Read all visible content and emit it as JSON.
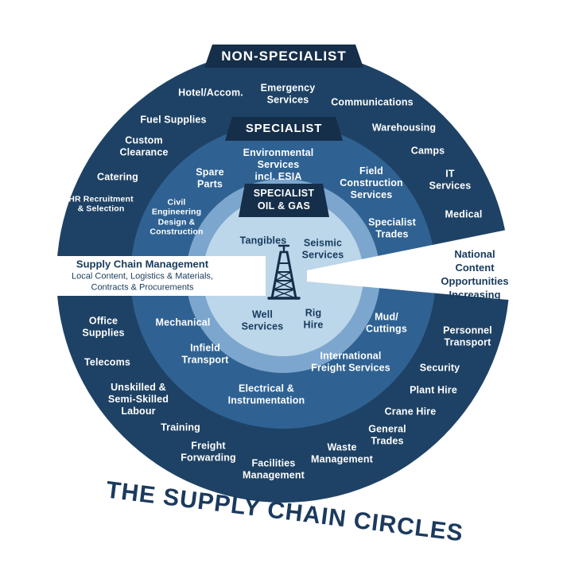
{
  "title": "THE SUPPLY CHAIN CIRCLES",
  "colors": {
    "outer_ring": "#1e4265",
    "middle_ring": "#2f6292",
    "inner_band": "#7ca6cd",
    "center_circle": "#bcd6ea",
    "banner": "#152e49",
    "text_light": "#ffffff",
    "text_dark": "#173a5c",
    "wedge": "#ffffff"
  },
  "banners": {
    "non_specialist": "NON-SPECIALIST",
    "specialist": "SPECIALIST",
    "specialist_oil_gas": "SPECIALIST\nOIL & GAS"
  },
  "callout": {
    "heading": "Supply Chain Management",
    "body": "Local Content, Logistics & Materials,\nContracts & Procurements"
  },
  "right_note": "National\nContent Opportunities\nIncreasing",
  "outer_ring": {
    "items": {
      "hotel_accom": "Hotel/Accom.",
      "emergency_services": "Emergency\nServices",
      "communications": "Communications",
      "fuel_supplies": "Fuel Supplies",
      "warehousing": "Warehousing",
      "custom_clearance": "Custom\nClearance",
      "camps": "Camps",
      "catering": "Catering",
      "it_services": "IT\nServices",
      "hr_recruitment": "HR Recruitment\n& Selection",
      "medical": "Medical",
      "office_supplies": "Office\nSupplies",
      "telecoms": "Telecoms",
      "personnel_transport": "Personnel\nTransport",
      "security": "Security",
      "unskilled_labour": "Unskilled &\nSemi-Skilled\nLabour",
      "plant_hire": "Plant Hire",
      "crane_hire": "Crane Hire",
      "training": "Training",
      "general_trades": "General\nTrades",
      "freight_forwarding": "Freight\nForwarding",
      "waste_management": "Waste\nManagement",
      "facilities_management": "Facilities\nManagement"
    }
  },
  "middle_ring": {
    "items": {
      "environmental": "Environmental\nServices\nincl. ESIA",
      "spare_parts": "Spare\nParts",
      "field_construction": "Field\nConstruction\nServices",
      "civil_engineering": "Civil\nEngineering\nDesign &\nConstruction",
      "specialist_trades": "Specialist\nTrades",
      "mechanical": "Mechanical",
      "infield_transport": "Infield\nTransport",
      "mud_cuttings": "Mud/\nCuttings",
      "intl_freight": "International\nFreight Services",
      "electrical": "Electrical &\nInstrumentation"
    }
  },
  "inner_circle": {
    "items": {
      "tangibles": "Tangibles",
      "seismic": "Seismic\nServices",
      "well_services": "Well\nServices",
      "rig_hire": "Rig\nHire"
    }
  }
}
